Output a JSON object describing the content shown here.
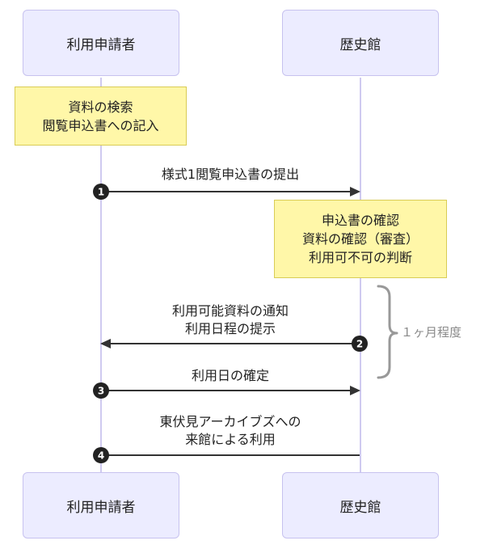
{
  "actors": {
    "left": "利用申請者",
    "right": "歴史館"
  },
  "notes": {
    "left": [
      "資料の検索",
      "閲覧申込書への記入"
    ],
    "right": [
      "申込書の確認",
      "資料の確認（審査）",
      "利用可不可の判断"
    ]
  },
  "messages": [
    {
      "number": "1",
      "lines": [
        "様式1閲覧申込書の提出"
      ],
      "direction": "right"
    },
    {
      "number": "2",
      "lines": [
        "利用可能資料の通知",
        "利用日程の提示"
      ],
      "direction": "left"
    },
    {
      "number": "3",
      "lines": [
        "利用日の確定"
      ],
      "direction": "right"
    },
    {
      "number": "4",
      "lines": [
        "東伏見アーカイブズへの",
        "来館による利用"
      ],
      "direction": "left"
    }
  ],
  "brace_label": "１ヶ月程度",
  "colors": {
    "actor_fill": "#ececff",
    "actor_border": "#c7c2ef",
    "note_fill": "#fff7a8",
    "note_border": "#d9cc55",
    "arrow": "#333333",
    "brace": "#999999"
  }
}
